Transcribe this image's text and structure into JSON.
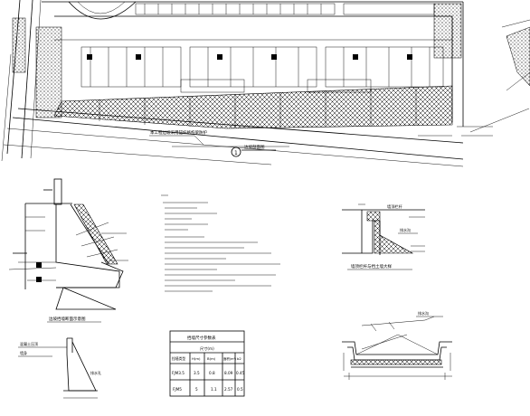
{
  "drawing": {
    "site_plan": {
      "slope_callout": "本工程边坡采用锚杆格构梁防护",
      "section_mark_number": "1",
      "section_mark_label": "边坡剖面图"
    },
    "cross_section": {
      "title": "边坡挡墙断面示意图"
    },
    "detail_elevation": {
      "title": "墙顶栏杆",
      "side_label": "排水沟",
      "caption": "墙顶栏杆与挡土墙大样"
    },
    "drain_detail": {
      "label": "排水沟"
    },
    "small_section": {
      "labels": [
        "混凝土压顶",
        "墙身",
        "排水孔"
      ]
    },
    "table": {
      "title": "挡墙尺寸参数表",
      "subtitle": "尺寸(m)",
      "headers": [
        "挡墙类型",
        "H(m)",
        "B(m)",
        "面积(m²)",
        "b2"
      ],
      "rows": [
        [
          "FJM3.5",
          "3.5",
          "0.8",
          "8.09",
          "0.45"
        ],
        [
          "FJM5",
          "5",
          "1.1",
          "2.57",
          "0.5"
        ]
      ]
    }
  }
}
